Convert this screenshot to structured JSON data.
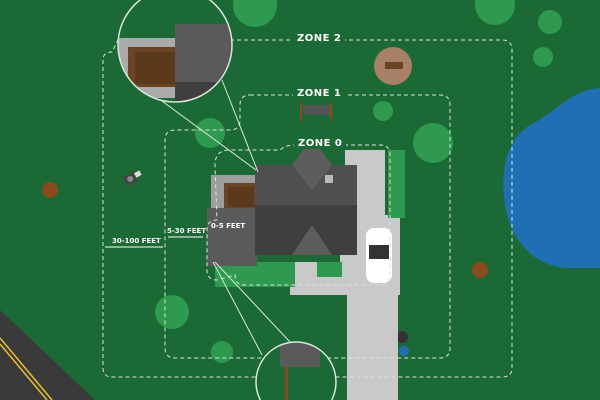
{
  "zones": {
    "zone0": "ZONE 0",
    "zone1": "ZONE 1",
    "zone2": "ZONE 2"
  },
  "distances": {
    "zone0": "0-5 FEET",
    "zone1": "5-30 FEET",
    "zone2": "30-100 FEET"
  },
  "colors": {
    "grass": "#1b6a35",
    "tree": "#2e9a4f",
    "roof": "#4b4b4b",
    "driveway": "#c9c9c9",
    "pond": "#1f6fb5",
    "dashed_line": "#d9e6dc"
  }
}
